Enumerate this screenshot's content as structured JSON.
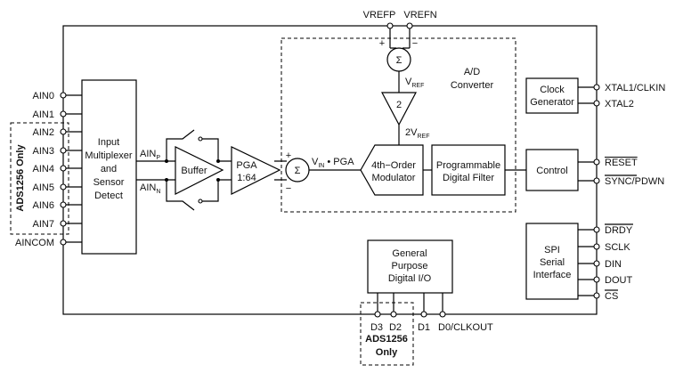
{
  "top_pins": {
    "vrefp": "VREFP",
    "vrefn": "VREFN"
  },
  "left_pins": [
    "AIN0",
    "AIN1",
    "AIN2",
    "AIN3",
    "AIN4",
    "AIN5",
    "AIN6",
    "AIN7",
    "AINCOM"
  ],
  "left_group_label": "ADS1256 Only",
  "input_mux": [
    "Input",
    "Multiplexer",
    "and",
    "Sensor",
    "Detect"
  ],
  "ain_p": {
    "main": "AIN",
    "sub": "P"
  },
  "ain_n": {
    "main": "AIN",
    "sub": "N"
  },
  "buffer": "Buffer",
  "pga": [
    "PGA",
    "1:64"
  ],
  "sum_symbol": "Σ",
  "plus": "+",
  "minus": "−",
  "vref_label": {
    "main": "V",
    "sub": "REF"
  },
  "gain2": "2",
  "two_vref": {
    "main": "2V",
    "sub": "REF"
  },
  "vin_pga": {
    "v": "V",
    "sub": "IN",
    "rest": " • PGA"
  },
  "modulator": [
    "4th−Order",
    "Modulator"
  ],
  "digital_filter": [
    "Programmable",
    "Digital Filter"
  ],
  "ad_converter": [
    "A/D",
    "Converter"
  ],
  "clock_generator": [
    "Clock",
    "Generator"
  ],
  "control": "Control",
  "spi": [
    "SPI",
    "Serial",
    "Interface"
  ],
  "gpio": [
    "General",
    "Purpose",
    "Digital I/O"
  ],
  "right_pins": {
    "xtal1": "XTAL1/CLKIN",
    "xtal2": "XTAL2",
    "reset": "RESET",
    "sync": "SYNC/PDWN",
    "drdy": "DRDY",
    "sclk": "SCLK",
    "din": "DIN",
    "dout": "DOUT",
    "cs": "CS"
  },
  "bottom_pins": [
    "D3",
    "D2",
    "D1",
    "D0/CLKOUT"
  ],
  "bottom_group_label": [
    "ADS1256",
    "Only"
  ]
}
